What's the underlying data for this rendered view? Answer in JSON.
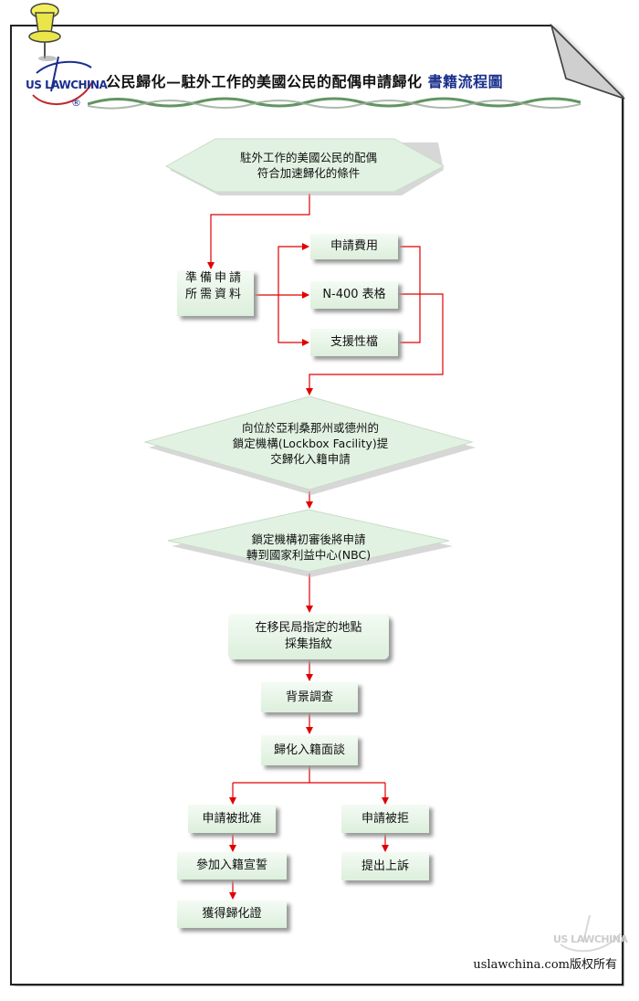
{
  "header": {
    "title_main": "公民歸化—駐外工作的美國公民的配偶申請歸化",
    "title_accent": "書籍流程圖",
    "logo_text": "US LAWCHINA",
    "logo_mark": "®"
  },
  "flow": {
    "eligibility": [
      "駐外工作的美國公民的配偶",
      "符合加速歸化的條件"
    ],
    "prepare": [
      "準備申請",
      "所需資料"
    ],
    "fee": "申請費用",
    "form": "N-400 表格",
    "supporting": "支援性檔",
    "submit": [
      "向位於亞利桑那州或德州的",
      "鎖定機構(Lockbox Facility)提",
      "交歸化入籍申請"
    ],
    "transfer": [
      "鎖定機構初審後將申請",
      "轉到國家利益中心(NBC)"
    ],
    "fingerprint": [
      "在移民局指定的地點",
      "採集指紋"
    ],
    "background": "背景調查",
    "interview": "歸化入籍面談",
    "approved": "申請被批准",
    "oath": "參加入籍宣誓",
    "certificate": "獲得歸化證",
    "denied": "申請被拒",
    "appeal": "提出上訴"
  },
  "footer": {
    "copyright": "uslawchina.com版权所有",
    "watermark": "US LAWCHINA"
  },
  "colors": {
    "arrow": "#e00000",
    "box_fill": "#e4f3e4",
    "title_accent": "#1a2f8c"
  },
  "icons": [
    "pushpin-icon",
    "folded-corner-icon"
  ]
}
